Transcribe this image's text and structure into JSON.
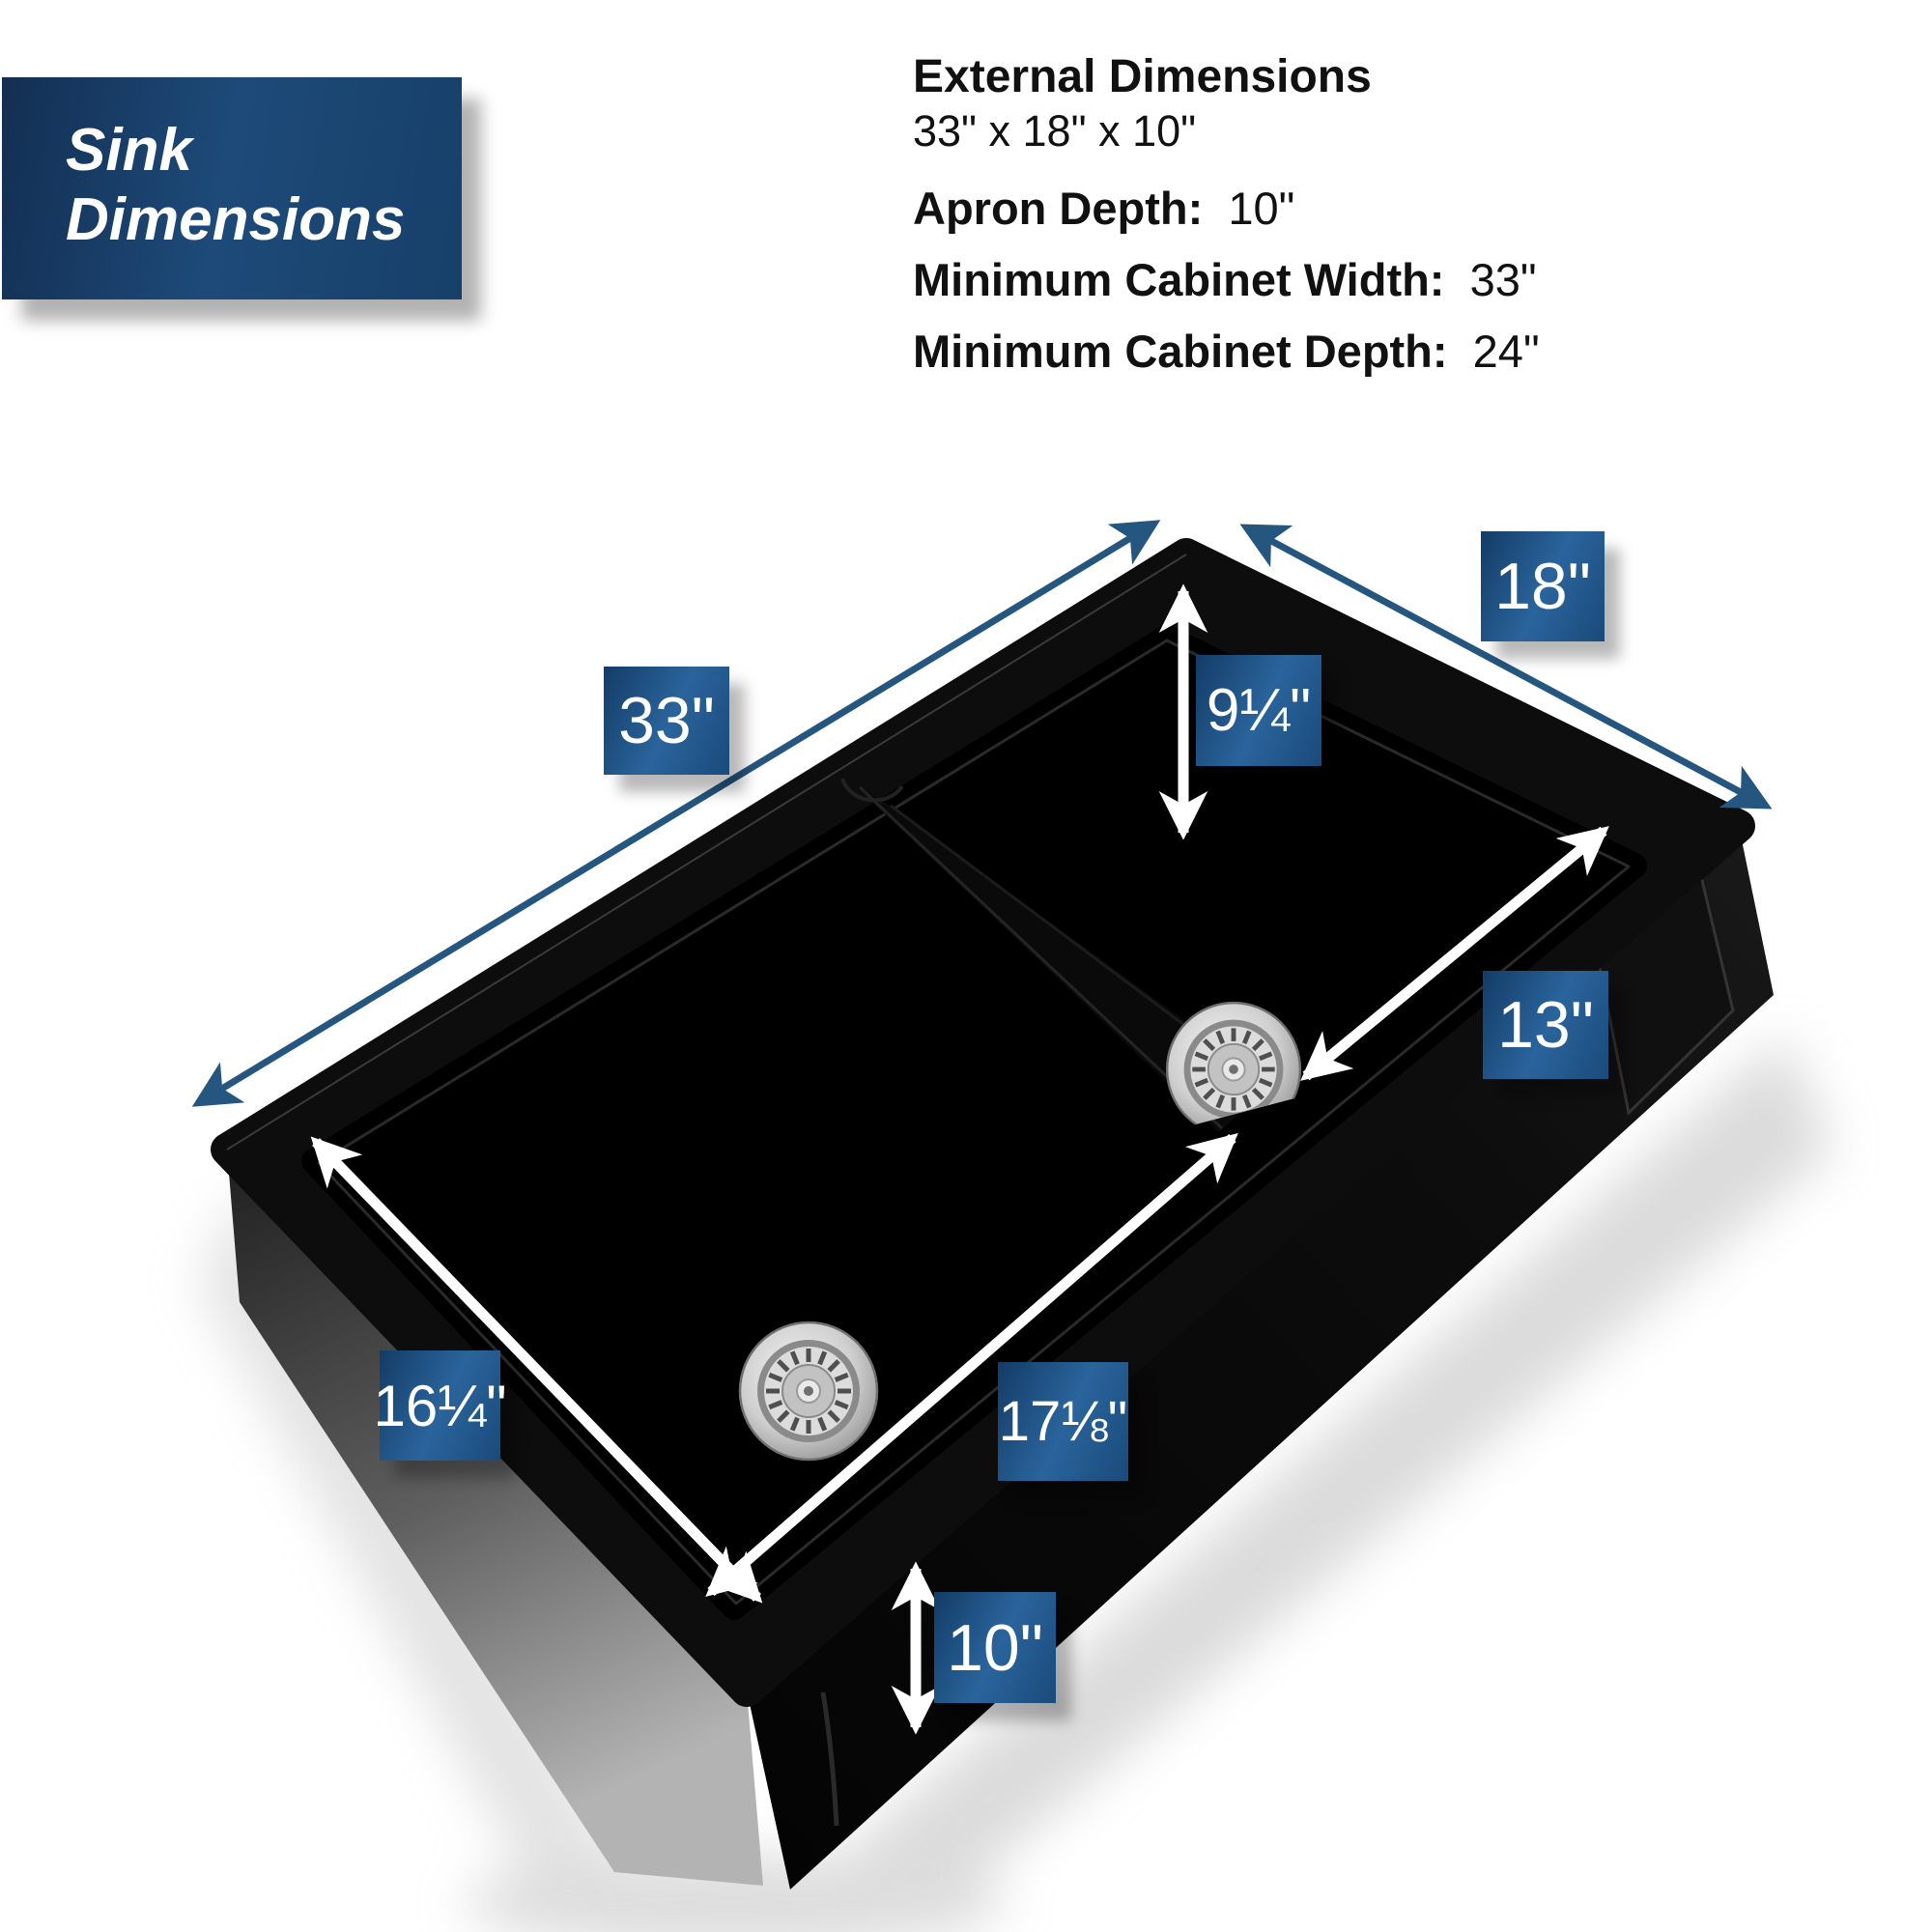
{
  "title_box": {
    "line1": "Sink",
    "line2": "Dimensions"
  },
  "specs": {
    "heading": "External Dimensions",
    "size_line": "33\" x 18\" x 10\"",
    "rows": [
      {
        "label": "Apron Depth:",
        "value": "10\""
      },
      {
        "label": "Minimum Cabinet Width:",
        "value": "33\""
      },
      {
        "label": "Minimum Cabinet Depth:",
        "value": "24\""
      }
    ]
  },
  "dims": {
    "overall_length": "33\"",
    "overall_width": "18\"",
    "bowl_depth": "9¼\"",
    "small_bowl_length": "13\"",
    "large_bowl_width": "16¼\"",
    "large_bowl_length": "17⅛\"",
    "apron_height": "10\""
  },
  "colors": {
    "label_blue": "#1d4a79",
    "arrow_blue": "#25567f",
    "arrow_white": "#ffffff",
    "sink_black": "#0d0d0d"
  }
}
